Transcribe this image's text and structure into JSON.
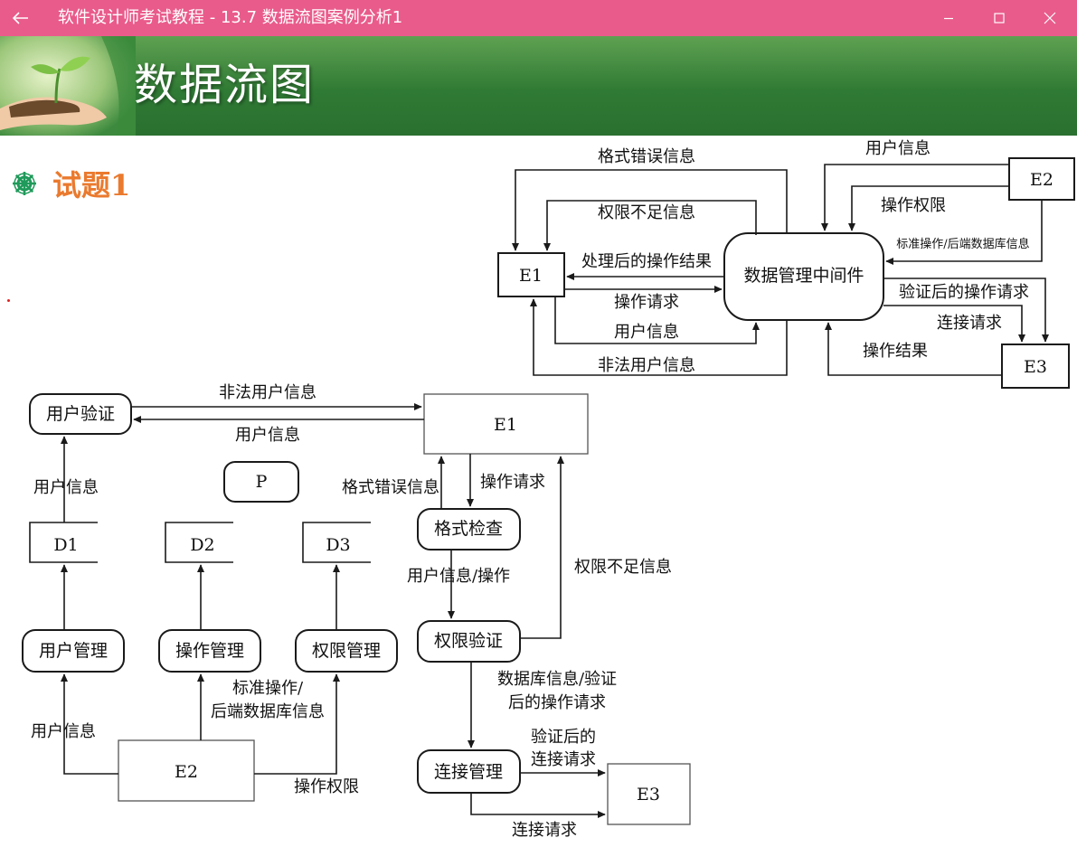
{
  "window": {
    "title": "软件设计师考试教程 - 13.7  数据流图案例分析1",
    "accent": "#e95b8b"
  },
  "slide": {
    "heading": "数据流图",
    "question": "试题1",
    "banner_color": "#2f7a34",
    "question_color": "#ea7a2e"
  },
  "context_diagram": {
    "nodes": {
      "e1": "E1",
      "e2": "E2",
      "e3": "E3",
      "middleware": "数据管理中间件"
    },
    "flows": {
      "format_error": "格式错误信息",
      "perm_insufficient": "权限不足信息",
      "processed_result": "处理后的操作结果",
      "op_request": "操作请求",
      "user_info_e1": "用户信息",
      "illegal_user": "非法用户信息",
      "user_info_e2": "用户信息",
      "op_permission": "操作权限",
      "std_op_db": "标准操作/后端数据库信息",
      "verified_request": "验证后的操作请求",
      "conn_request": "连接请求",
      "op_result": "操作结果"
    }
  },
  "level1_diagram": {
    "nodes": {
      "user_verify": "用户验证",
      "e1": "E1",
      "p": "P",
      "d1": "D1",
      "d2": "D2",
      "d3": "D3",
      "user_mgmt": "用户管理",
      "op_mgmt": "操作管理",
      "perm_mgmt": "权限管理",
      "e2": "E2",
      "format_check": "格式检查",
      "perm_verify": "权限验证",
      "conn_mgmt": "连接管理",
      "e3": "E3"
    },
    "flows": {
      "illegal_user": "非法用户信息",
      "user_info_to_e1": "用户信息",
      "user_info_d1": "用户信息",
      "format_error": "格式错误信息",
      "op_request": "操作请求",
      "user_info_op": "用户信息/操作",
      "perm_insufficient": "权限不足信息",
      "db_info_1": "数据库信息/验证",
      "db_info_2": "后的操作请求",
      "verified_conn_1": "验证后的",
      "verified_conn_2": "连接请求",
      "conn_request": "连接请求",
      "user_info_e2": "用户信息",
      "std_op_1": "标准操作/",
      "std_op_2": "后端数据库信息",
      "op_permission": "操作权限"
    }
  }
}
